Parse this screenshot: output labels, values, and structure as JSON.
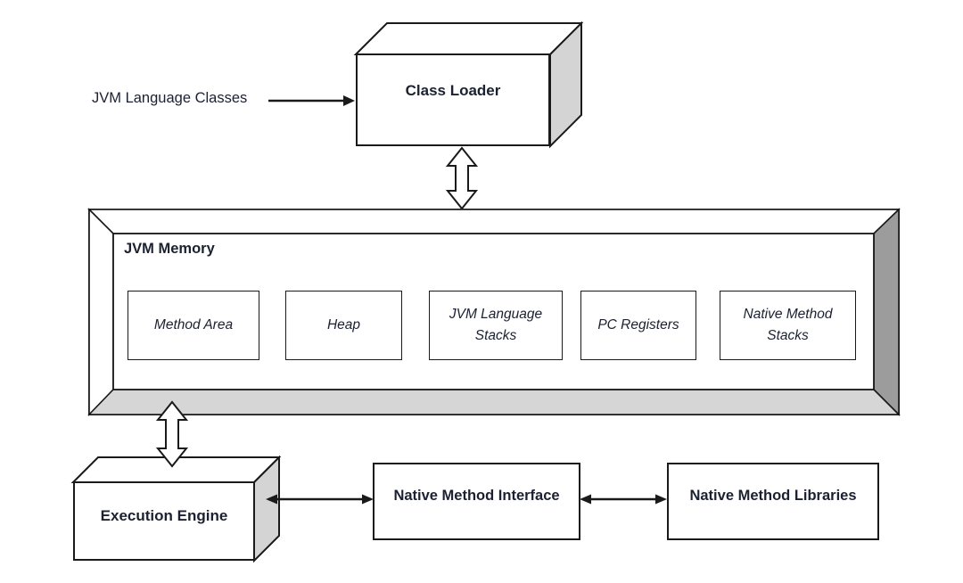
{
  "input_label": "JVM Language Classes",
  "class_loader": {
    "label": "Class Loader"
  },
  "jvm_memory": {
    "label": "JVM Memory",
    "boxes": [
      {
        "label": "Method Area"
      },
      {
        "label": "Heap"
      },
      {
        "label": "JVM Language Stacks"
      },
      {
        "label": "PC Registers"
      },
      {
        "label": "Native Method Stacks"
      }
    ]
  },
  "execution_engine": {
    "label": "Execution Engine"
  },
  "native_method_interface": {
    "label": "Native Method Interface"
  },
  "native_method_libraries": {
    "label": "Native Method Libraries"
  },
  "colors": {
    "background": "#ffffff",
    "box_fill": "#ffffff",
    "box_border": "#1a1a1a",
    "text": "#1b2130",
    "side_face_gray": "#d4d4d4",
    "frame_right_bevel": "#9c9c9c",
    "frame_bottom_bevel": "#d6d6d6",
    "arrow_fill": "#ffffff",
    "arrow_stroke": "#1a1a1a"
  }
}
